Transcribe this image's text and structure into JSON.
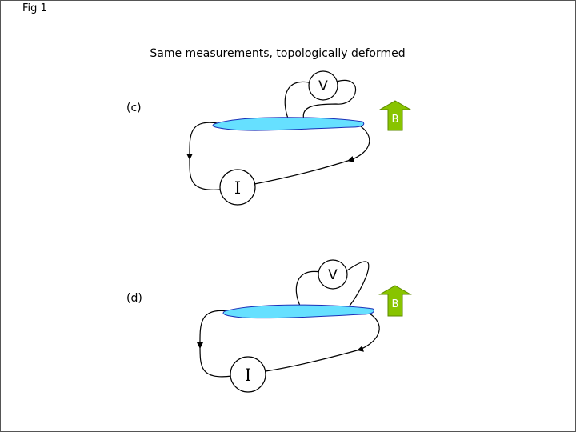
{
  "figure": {
    "label": "Fig 1",
    "title": "Same measurements, topologically deformed"
  },
  "panels": [
    {
      "label": "(c)",
      "voltmeter": "V",
      "current_source": "I",
      "field_arrow": "B"
    },
    {
      "label": "(d)",
      "voltmeter": "V",
      "current_source": "I",
      "field_arrow": "B"
    }
  ],
  "colors": {
    "sample_fill": "#66e0ff",
    "sample_stroke": "#1a2fb8",
    "field_arrow_fill": "#88c400",
    "field_arrow_stroke": "#5e8a00",
    "wire": "#000000"
  }
}
